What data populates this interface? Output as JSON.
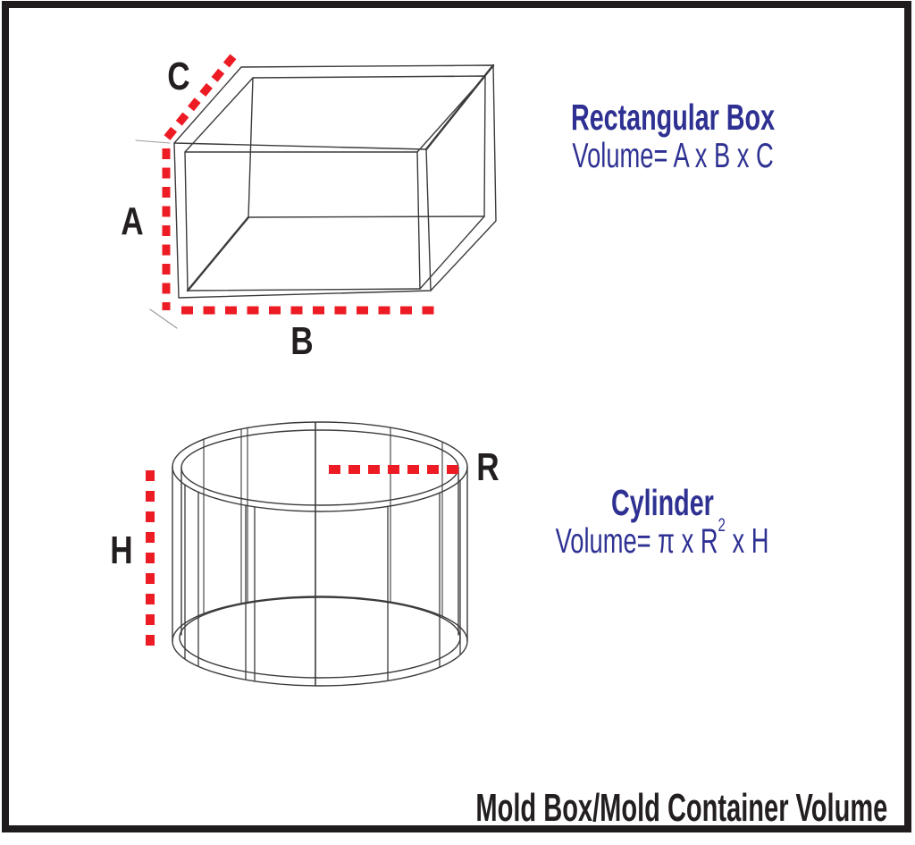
{
  "colors": {
    "accent_red": "#ed1c24",
    "accent_blue": "#2e3192",
    "ink": "#231f20",
    "wire": "#3d3a3b"
  },
  "box": {
    "title": "Rectangular Box",
    "formula": "Volume= A x B x C",
    "dim_a": "A",
    "dim_b": "B",
    "dim_c": "C"
  },
  "cylinder": {
    "title": "Cylinder",
    "formula_prefix": "Volume= π x R",
    "formula_sup": "2",
    "formula_suffix": " x H",
    "dim_h": "H",
    "dim_r": "R"
  },
  "caption": "Mold Box/Mold Container Volume"
}
